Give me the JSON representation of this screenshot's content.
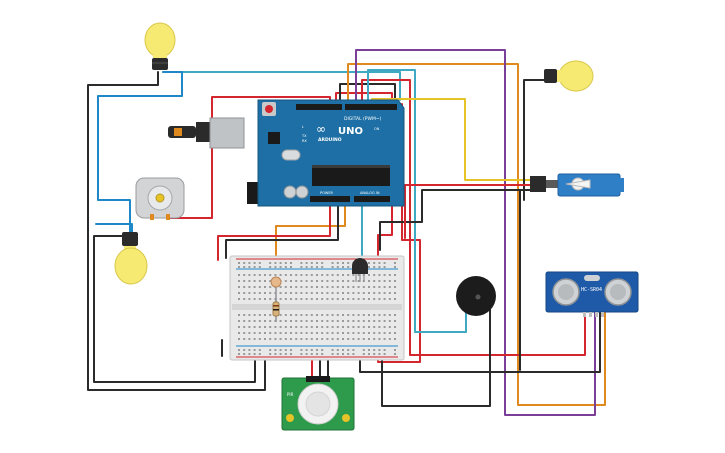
{
  "arduino": {
    "brand": "ARDUINO",
    "model": "UNO",
    "digital_header": "DIGITAL (PWM~)",
    "power_header": "POWER",
    "analog_header": "ANALOG IN",
    "tx_label": "TX",
    "rx_label": "RX",
    "on_label": "ON",
    "l_label": "L"
  },
  "ultrasonic": {
    "label": "HC-SR04"
  },
  "pir": {
    "label": "PIR"
  },
  "colors": {
    "board": "#1d6fa5",
    "breadboard": "#e9e9e9",
    "wire_red": "#d3262e",
    "wire_black": "#2b2b2b",
    "wire_orange": "#e0891e",
    "wire_yellow": "#e6c327",
    "wire_cyan": "#3fa9c4",
    "wire_purple": "#7b3f98",
    "wire_blue": "#1e88c8",
    "bulb": "#f7ea73",
    "pir_board": "#2e9a4b"
  }
}
